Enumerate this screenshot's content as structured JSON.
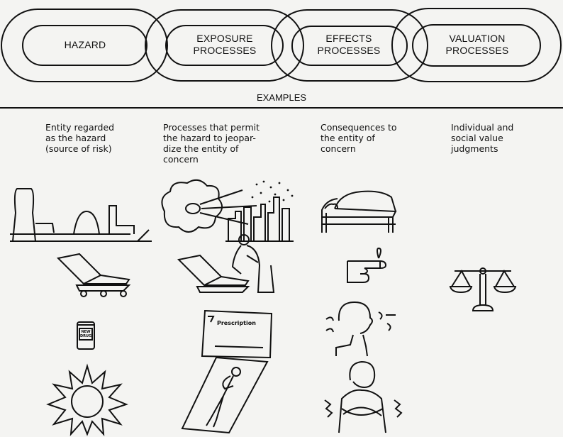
{
  "chain": {
    "links": [
      {
        "id": "hazard",
        "label": "HAZARD"
      },
      {
        "id": "exposure",
        "label": "EXPOSURE\nPROCESSES"
      },
      {
        "id": "effects",
        "label": "EFFECTS\nPROCESSES"
      },
      {
        "id": "valuation",
        "label": "VALUATION\nPROCESSES"
      }
    ]
  },
  "examples_heading": "EXAMPLES",
  "columns": [
    {
      "description": "Entity regarded\nas the hazard\n(source of risk)"
    },
    {
      "description": "Processes that permit\nthe hazard to jeopar-\ndize the entity of\nconcern"
    },
    {
      "description": "Consequences to\nthe entity of\nconcern"
    },
    {
      "description": "Individual and\nsocial value\njudgments"
    }
  ],
  "illustrations": {
    "drug_jar_label": "NEW\nDRUG",
    "prescription_label": "Prescription",
    "icons": [
      "power-plant-icon",
      "smog-over-city-icon",
      "sick-person-in-bed-icon",
      "x-ray-machine-icon",
      "technician-at-x-ray-machine-icon",
      "bandaged-finger-icon",
      "balance-scale-icon",
      "drug-jar-icon",
      "prescription-icon",
      "dizzy-person-icon",
      "sun-icon",
      "sunbather-icon",
      "shivering-person-icon"
    ]
  }
}
